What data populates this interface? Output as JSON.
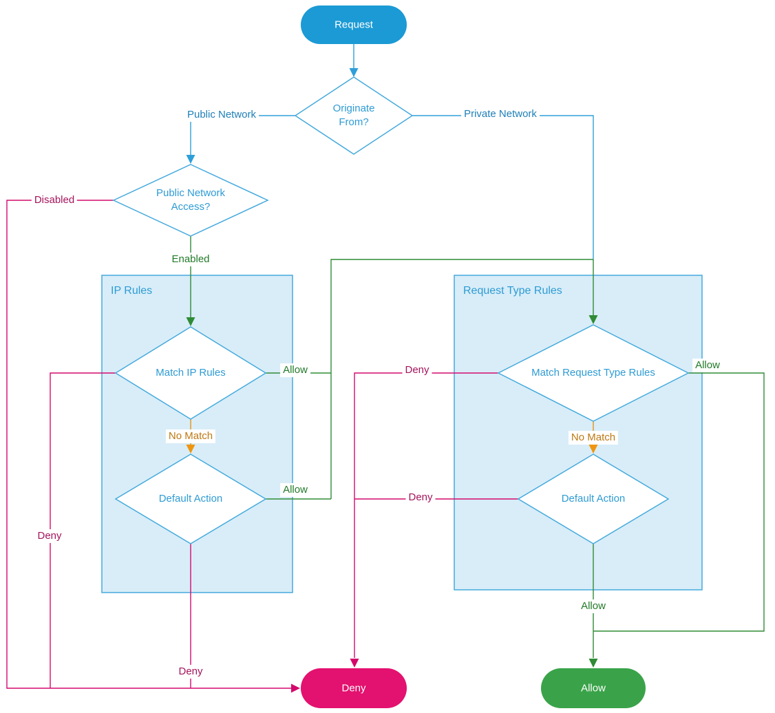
{
  "nodes": {
    "request": "Request",
    "deny": "Deny",
    "allow": "Allow"
  },
  "decisions": {
    "originate_from": "Originate From?",
    "public_network_access": "Public Network Access?",
    "match_ip_rules": "Match IP Rules",
    "ip_default_action": "Default Action",
    "match_request_type_rules": "Match Request Type Rules",
    "request_type_default_action": "Default Action"
  },
  "groups": {
    "ip_rules": "IP Rules",
    "request_type_rules": "Request Type Rules"
  },
  "edge_labels": {
    "public_network": "Public Network",
    "private_network": "Private Network",
    "disabled": "Disabled",
    "enabled": "Enabled",
    "ip_match_allow": "Allow",
    "ip_no_match": "No Match",
    "ip_default_allow": "Allow",
    "ip_match_deny": "Deny",
    "ip_default_deny": "Deny",
    "rt_match_deny": "Deny",
    "rt_match_allow": "Allow",
    "rt_no_match": "No Match",
    "rt_default_deny": "Deny",
    "rt_default_allow": "Allow"
  },
  "colors": {
    "terminal_blue": "#1B9AD5",
    "terminal_pink": "#E3116F",
    "terminal_green": "#3AA349",
    "shape_stroke_blue": "#45AADD",
    "group_fill_blue": "#D8EDF8",
    "line_blue": "#2E9FD9",
    "line_green": "#2F8B35",
    "line_pink": "#D4086C",
    "line_orange": "#E89213",
    "text_blue": "#2E9BD4",
    "text_edge_blue": "#1E7FB8",
    "text_green": "#217A28",
    "text_pink": "#A3135C",
    "text_orange": "#BE7912"
  }
}
